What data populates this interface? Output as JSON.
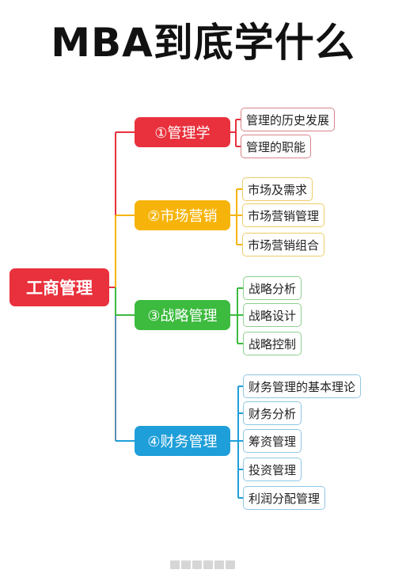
{
  "title": "MBA到底学什么",
  "root": {
    "label": "工商管理",
    "color": "#e8313c"
  },
  "branches": [
    {
      "label": "①管理学",
      "color": "#e8313c",
      "border": "#d9848a",
      "items": [
        "管理的历史发展",
        "管理的职能"
      ]
    },
    {
      "label": "②市场营销",
      "color": "#f6b40a",
      "border": "#eccd6a",
      "items": [
        "市场及需求",
        "市场营销管理",
        "市场营销组合"
      ]
    },
    {
      "label": "③战略管理",
      "color": "#3cbb3f",
      "border": "#8fd08f",
      "items": [
        "战略分析",
        "战略设计",
        "战略控制"
      ]
    },
    {
      "label": "④财务管理",
      "color": "#1f9fd9",
      "border": "#8fc7e4",
      "items": [
        "财务管理的基本理论",
        "财务分析",
        "筹资管理",
        "投资管理",
        "利润分配管理"
      ]
    }
  ]
}
